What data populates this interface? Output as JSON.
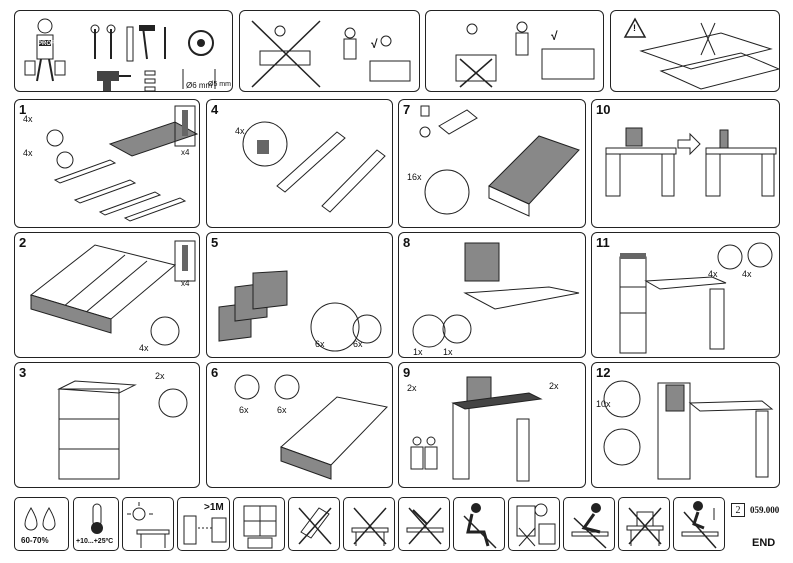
{
  "header": {
    "prof": "PROF",
    "drill_6": "Ø6 mm",
    "drill_5": "Ø5 mm",
    "check": "√",
    "warning": "!"
  },
  "steps": [
    {
      "num": "1",
      "labels": [
        "4x",
        "4x",
        "x4"
      ]
    },
    {
      "num": "2",
      "labels": [
        "4x",
        "x4"
      ]
    },
    {
      "num": "3",
      "labels": [
        "2x"
      ]
    },
    {
      "num": "4",
      "labels": [
        "4x"
      ]
    },
    {
      "num": "5",
      "labels": [
        "6x",
        "6x"
      ]
    },
    {
      "num": "6",
      "labels": [
        "6x",
        "6x"
      ]
    },
    {
      "num": "7",
      "labels": [
        "16x"
      ]
    },
    {
      "num": "8",
      "labels": [
        "1x",
        "1x"
      ]
    },
    {
      "num": "9",
      "labels": [
        "2x",
        "2x"
      ]
    },
    {
      "num": "10",
      "labels": []
    },
    {
      "num": "11",
      "labels": [
        "4x",
        "4x"
      ]
    },
    {
      "num": "12",
      "labels": [
        "10x"
      ]
    }
  ],
  "footer": {
    "humidity": "60-70%",
    "temperature": "+10...+25ºC",
    "distance": ">1M",
    "page": "2",
    "code": "059.000",
    "end": "END"
  }
}
